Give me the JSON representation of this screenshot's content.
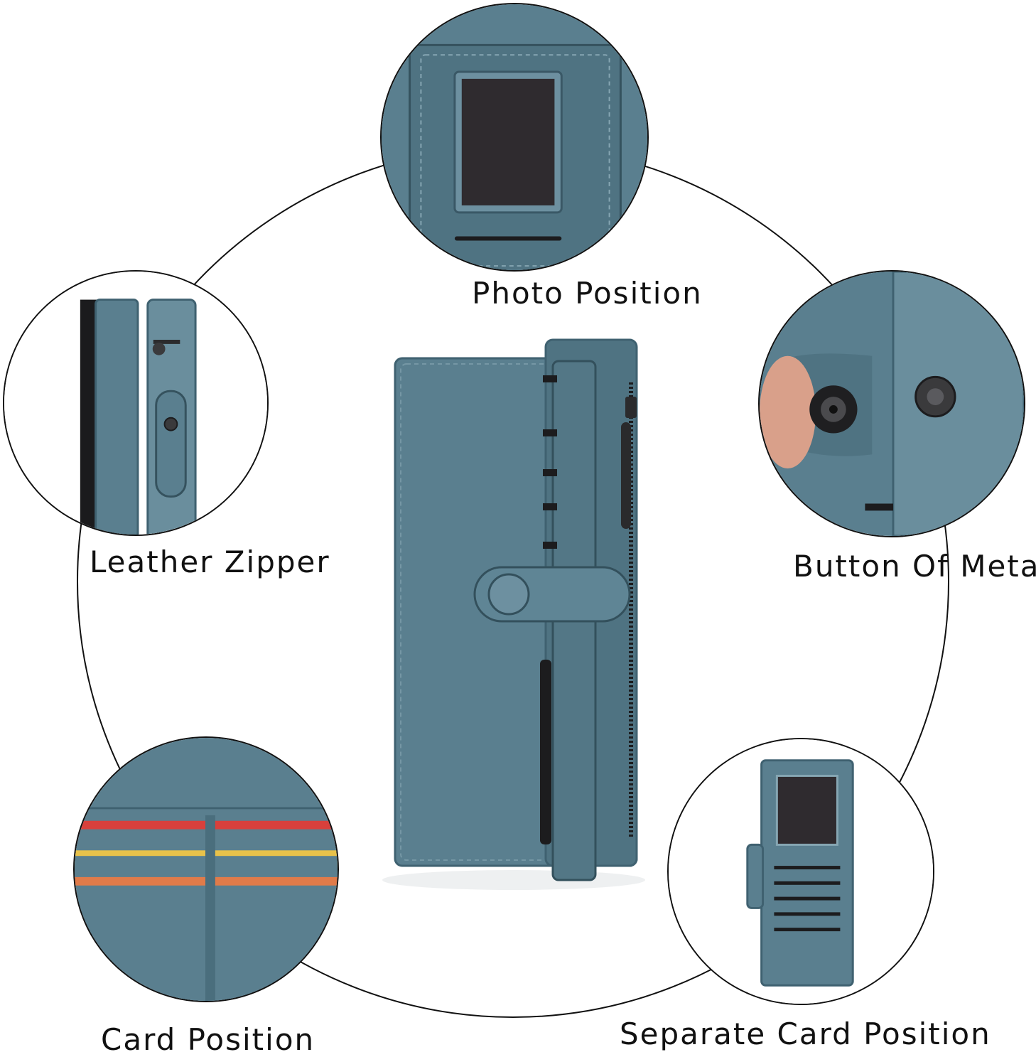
{
  "features": [
    {
      "key": "photo",
      "label": "Photo Position"
    },
    {
      "key": "zipper",
      "label": "Leather Zipper"
    },
    {
      "key": "button",
      "label": "Button Of Metal"
    },
    {
      "key": "card",
      "label": "Card Position"
    },
    {
      "key": "separate",
      "label": "Separate Card Position"
    }
  ],
  "colors": {
    "leather": "#5a7f8f",
    "leather_dark": "#3f6170",
    "leather_light": "#7597a5",
    "window": "#2f2b2f",
    "metal": "#3a3a3c",
    "outline": "#111111",
    "background": "#ffffff"
  }
}
